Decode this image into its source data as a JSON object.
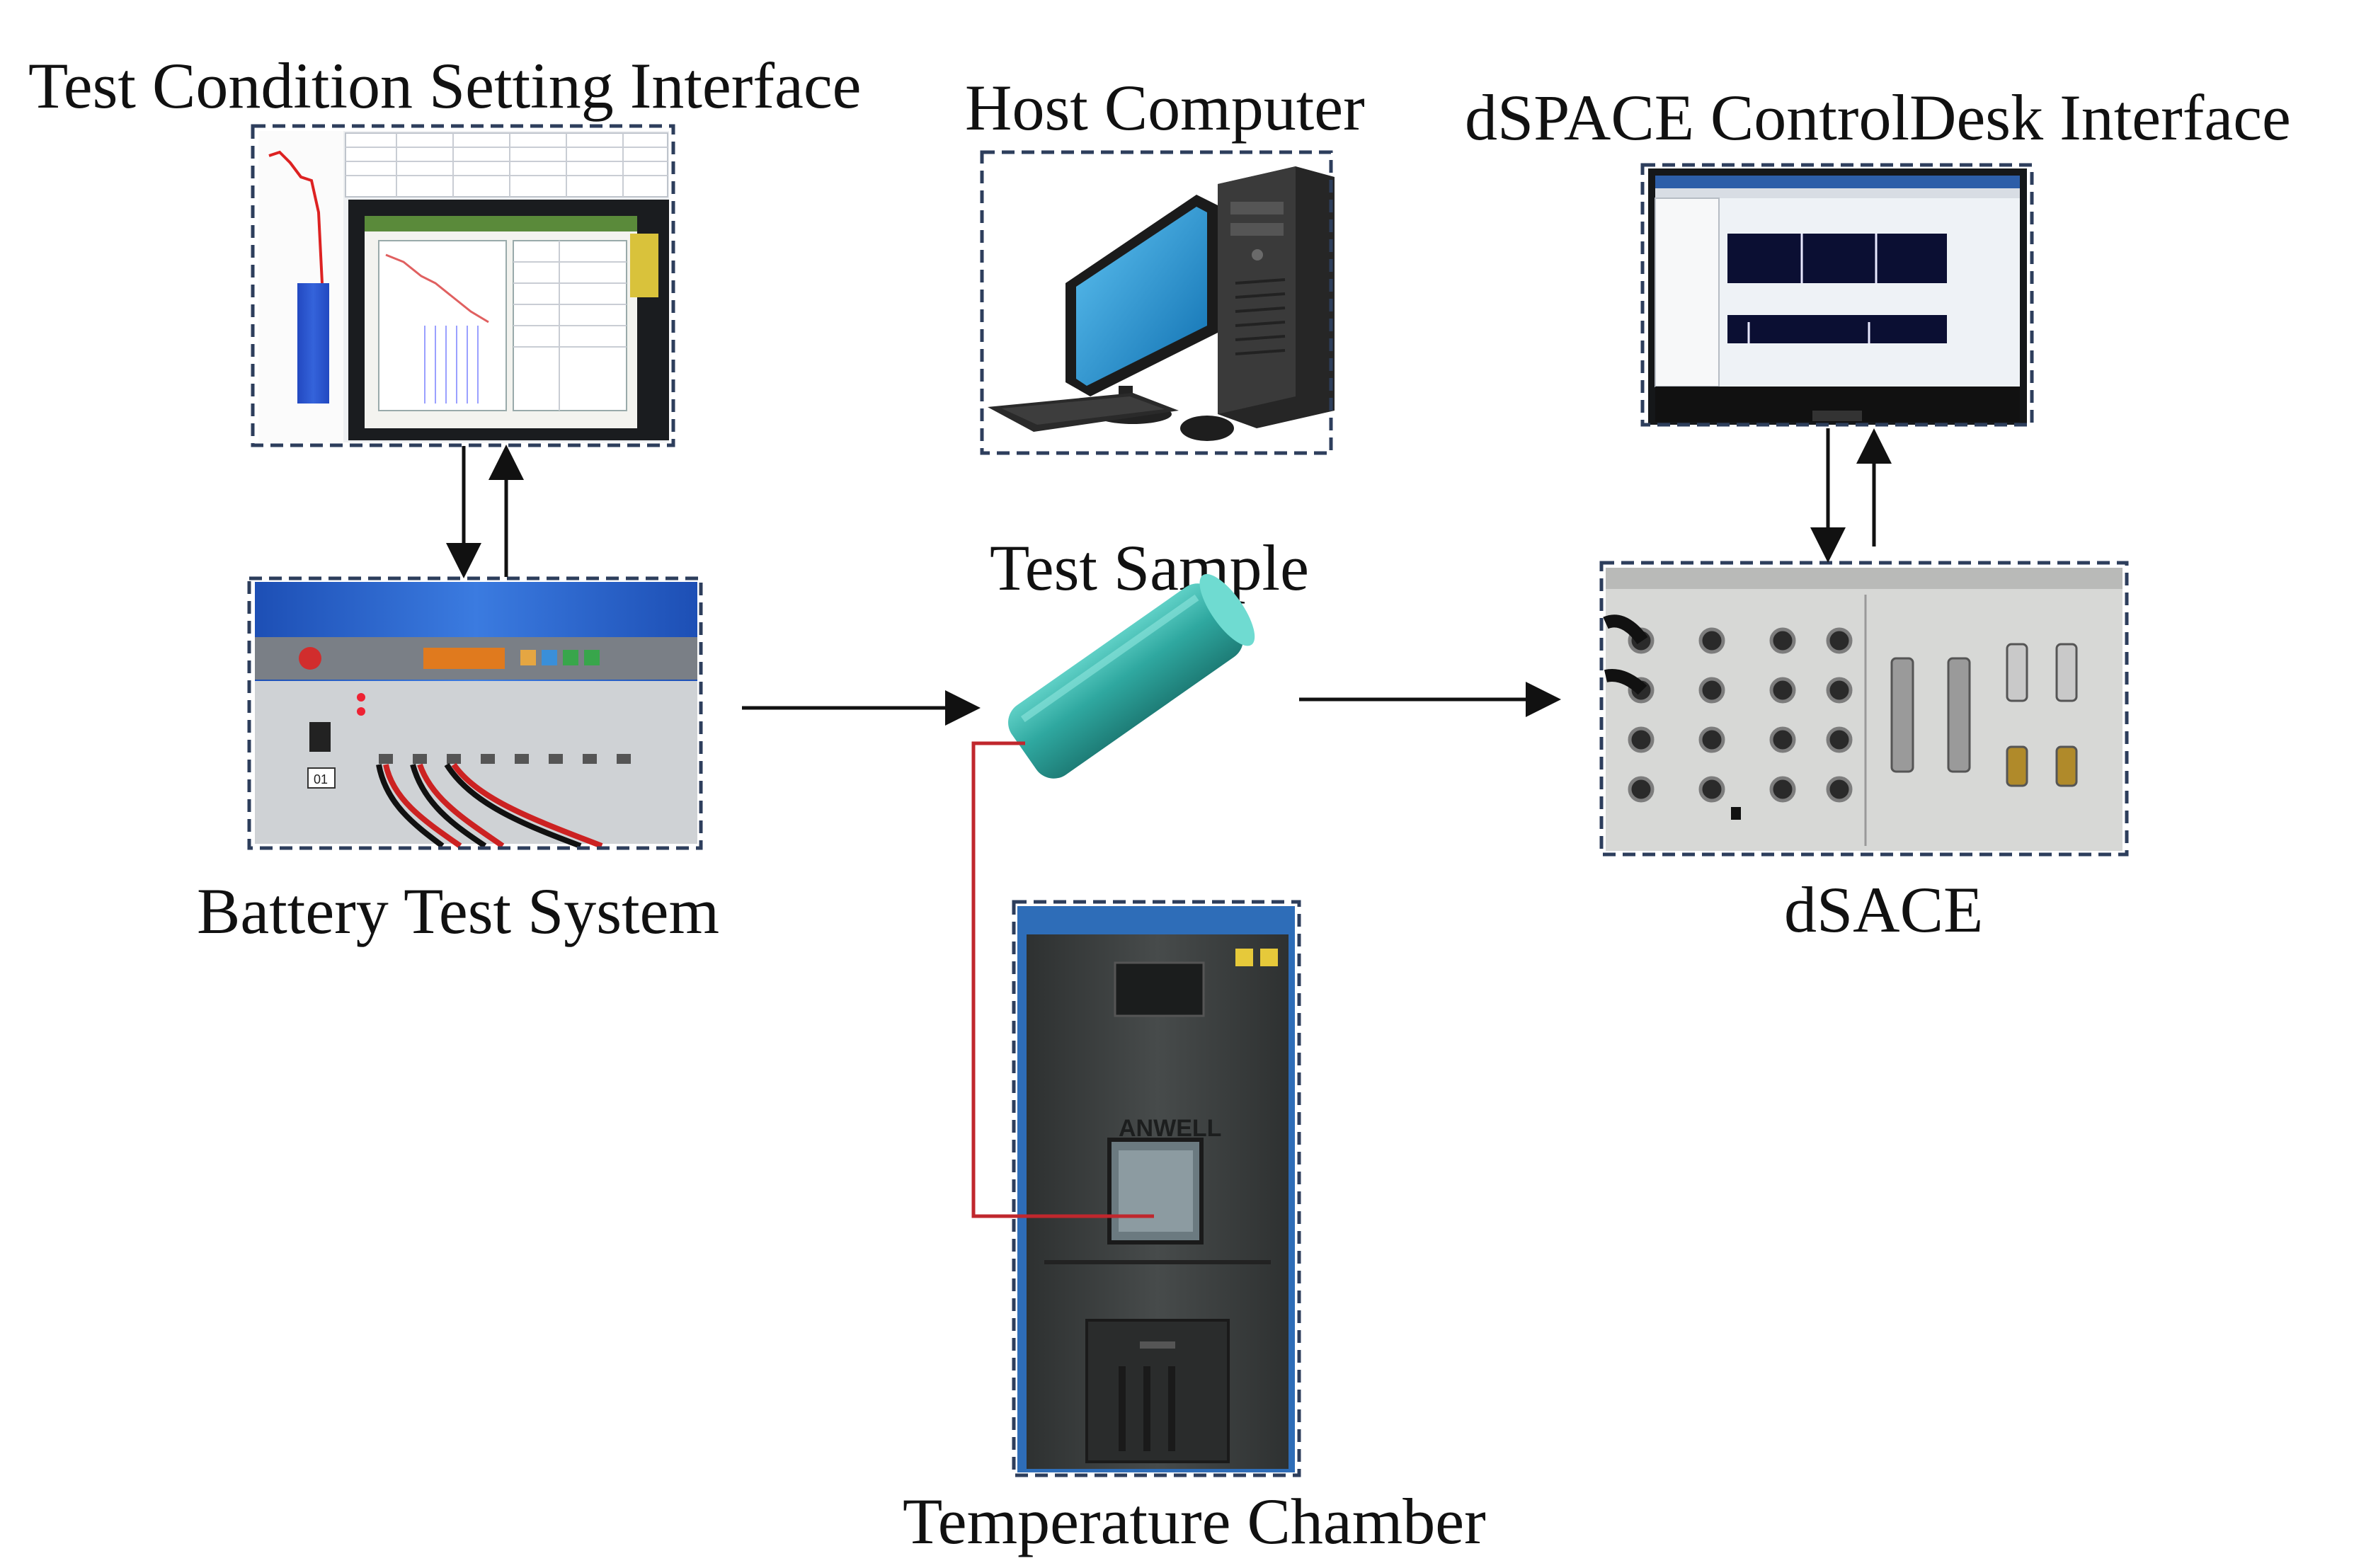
{
  "labels": {
    "test_condition": "Test Condition Setting Interface",
    "host_computer": "Host Computer",
    "controldesk": "dSPACE ControlDesk Interface",
    "battery_test_system": "Battery Test System",
    "test_sample": "Test Sample",
    "dsace": "dSACE",
    "temperature_chamber": "Temperature Chamber",
    "chamber_brand": "ANWELL",
    "channel_number": "01"
  },
  "colors": {
    "frame_border": "#2d3e5c",
    "arrow": "#111111",
    "thermo_wire": "#c0272d",
    "battery_body": "#2fa8a0",
    "monitor_screen": "#1f8fd0",
    "chamber_body": "#3a3d3d",
    "dspace_panel": "#d7d8d6"
  }
}
